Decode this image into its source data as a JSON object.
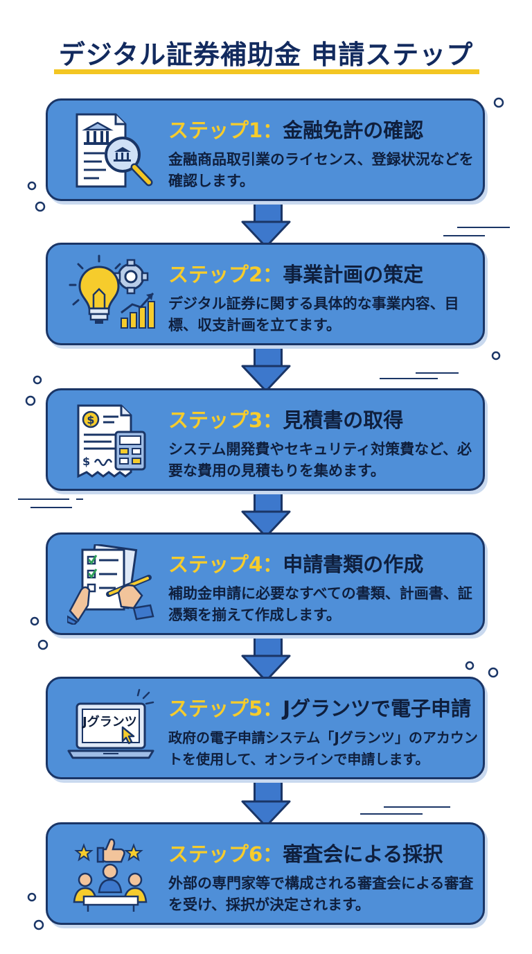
{
  "title": "デジタル証券補助金 申請ステップ",
  "steps": [
    {
      "label": "ステップ1：",
      "title": "金融免許の確認",
      "desc": "金融商品取引業のライセンス、登録状況などを確認します。",
      "icon": "bank-document-magnifier-icon"
    },
    {
      "label": "ステップ2：",
      "title": "事業計画の策定",
      "desc": "デジタル証券に関する具体的な事業内容、目標、収支計画を立てます。",
      "icon": "lightbulb-gear-chart-icon"
    },
    {
      "label": "ステップ3：",
      "title": "見積書の取得",
      "desc": "システム開発費やセキュリティ対策費など、必要な費用の見積もりを集めます。",
      "icon": "invoice-calculator-icon"
    },
    {
      "label": "ステップ4：",
      "title": "申請書類の作成",
      "desc": "補助金申請に必要なすべての書類、計画書、証憑類を揃えて作成します。",
      "icon": "checklist-pen-hands-icon"
    },
    {
      "label": "ステップ5：",
      "title": "Jグランツで電子申請",
      "desc": "政府の電子申請システム「Jグランツ」のアカウントを使用して、オンラインで申請します。",
      "icon": "laptop-cursor-icon",
      "screen_text": "Jグランツ"
    },
    {
      "label": "ステップ6：",
      "title": "審査会による採択",
      "desc": "外部の専門家等で構成される審査会による審査を受け、採択が決定されます。",
      "icon": "committee-thumbs-up-icon"
    }
  ],
  "colors": {
    "card": "#4f8fd8",
    "outline": "#1a3566",
    "accent": "#f6cc2c",
    "title": "#122a5e"
  }
}
